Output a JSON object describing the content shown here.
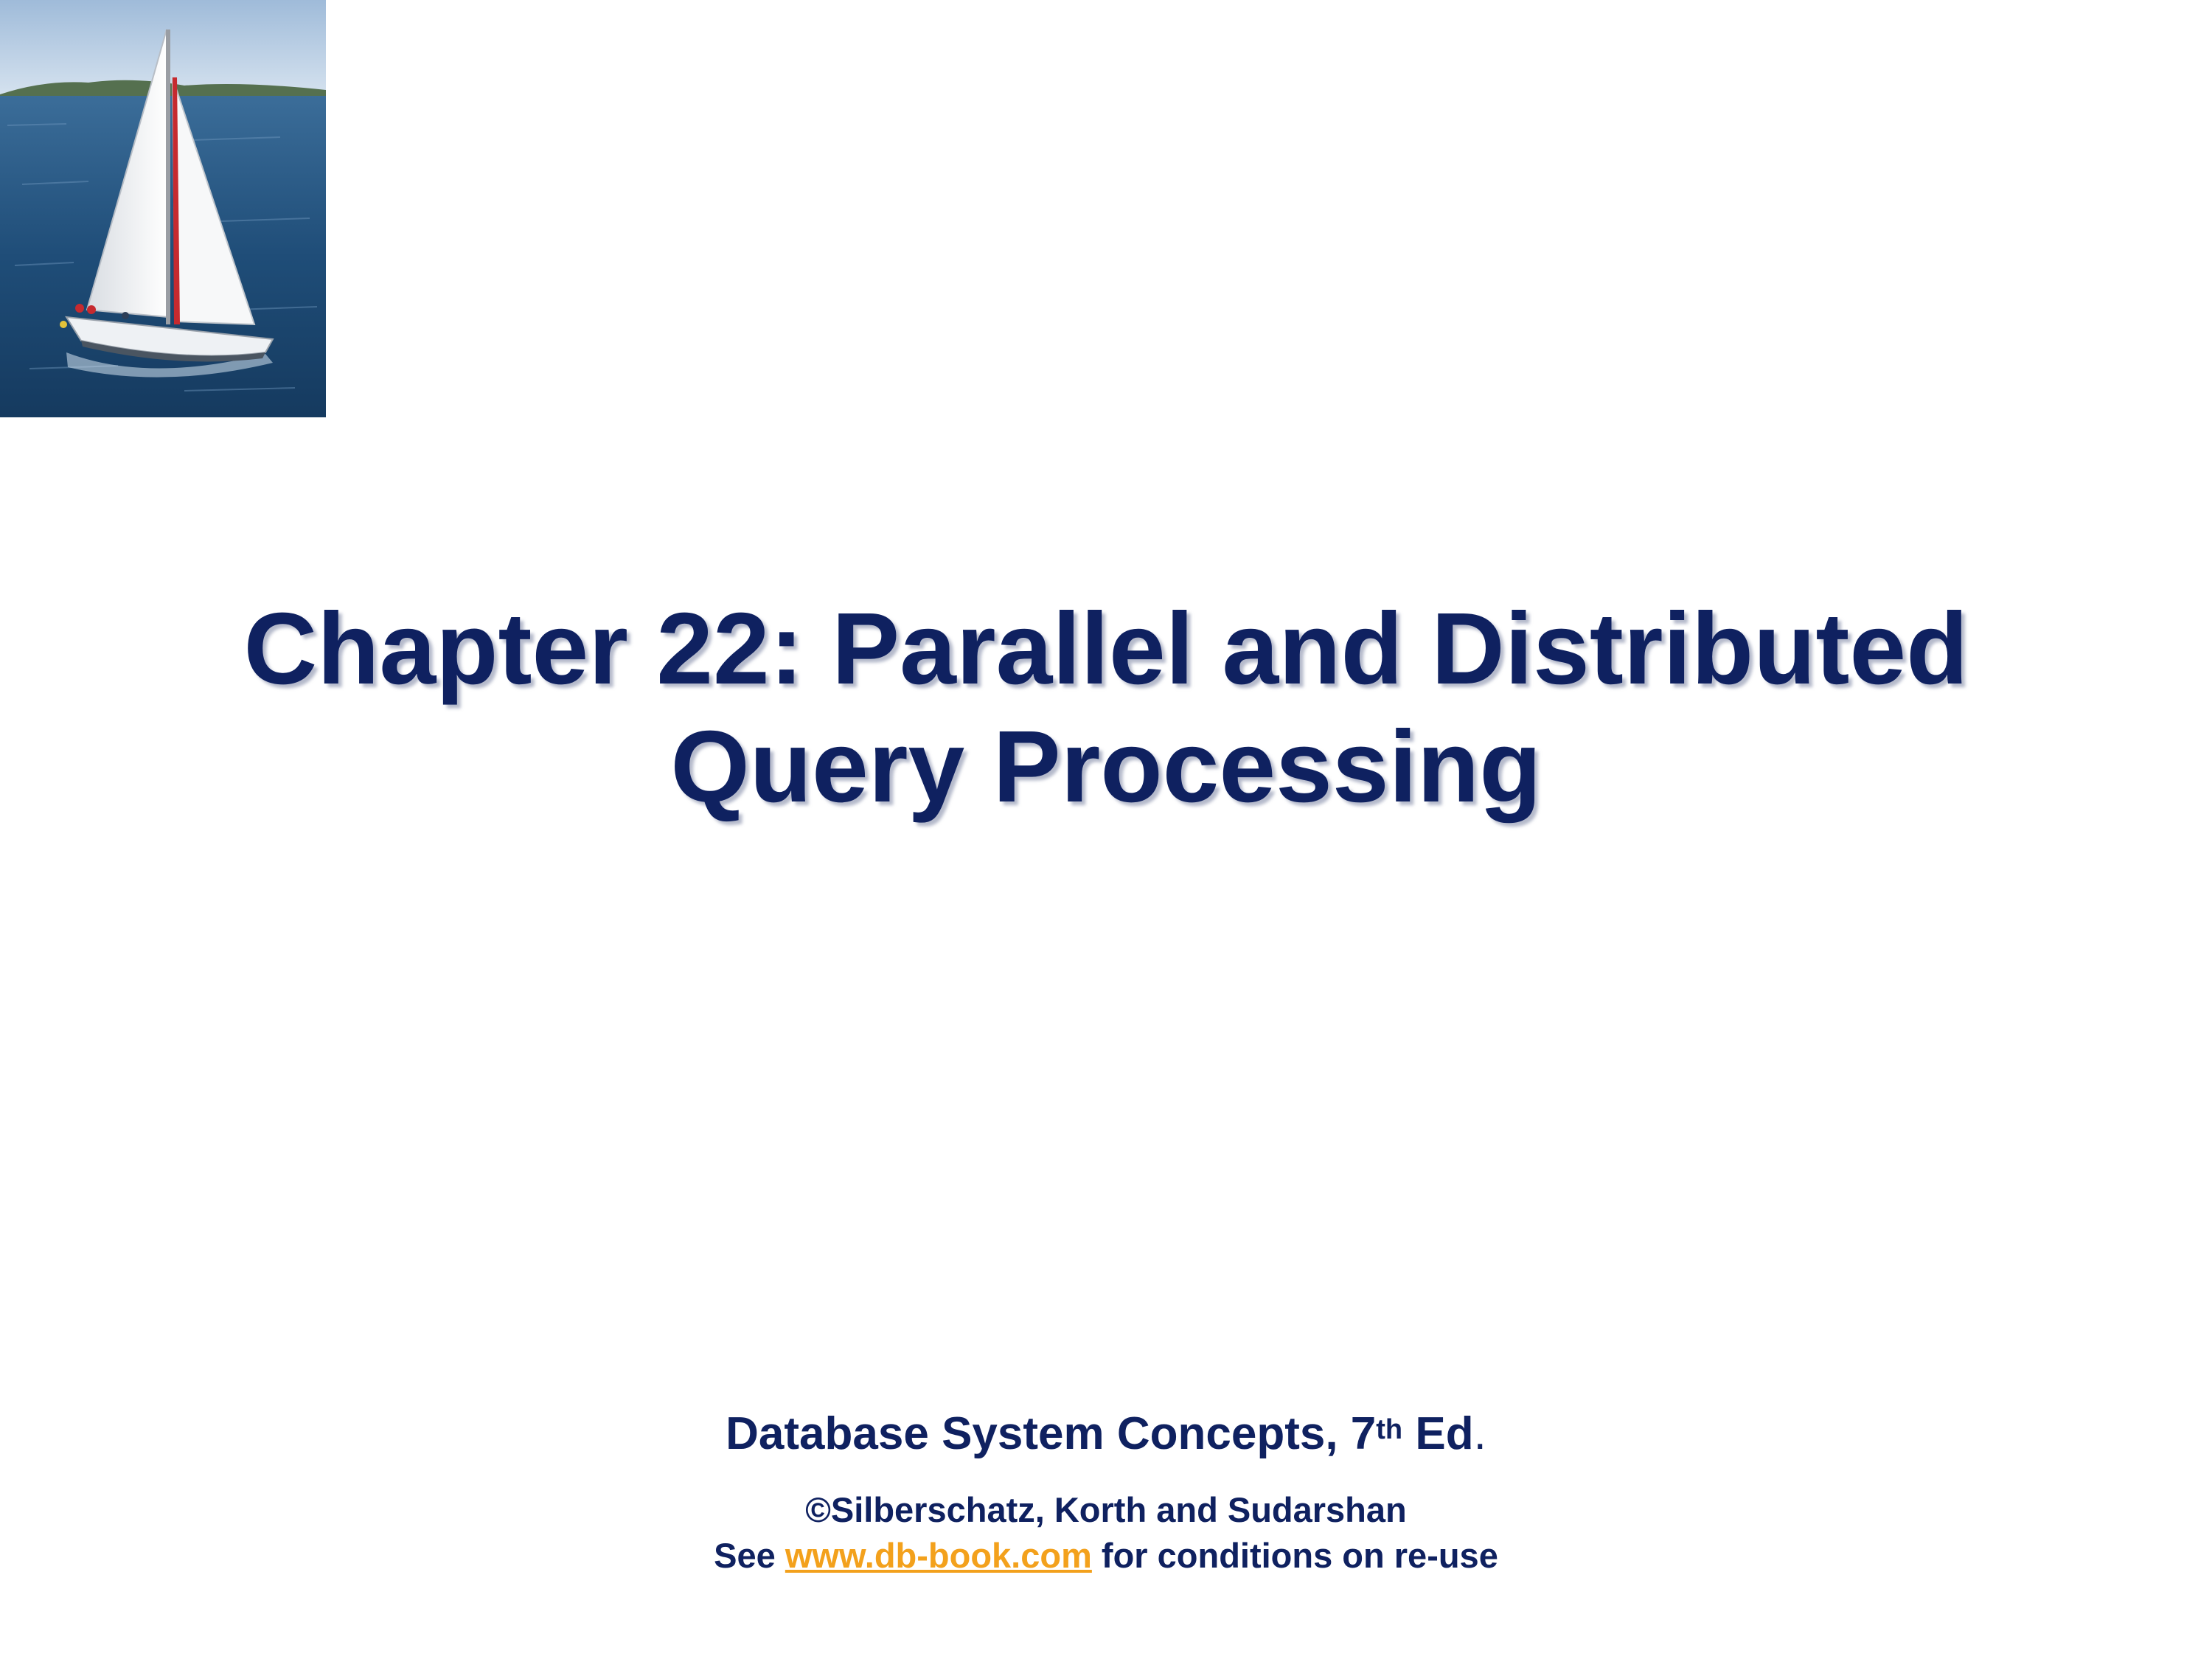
{
  "slide": {
    "logo": {
      "kind": "photo",
      "subject": "sailboat-on-water",
      "colors": {
        "sky": "#b9cfe6",
        "sea": "#1d4a73",
        "sail": "#f2f3f4",
        "mast_accent": "#c62a2f"
      }
    },
    "title": {
      "line1": "Chapter 22: Parallel and Distributed",
      "line2": "Query Processing",
      "color": "#0f2160"
    },
    "footer": {
      "book": "Database System Concepts, 7",
      "book_sup": "th",
      "book_suffix": " Ed",
      "book_period": ".",
      "authors": "©Silberschatz, Korth and Sudarshan",
      "reuse_prefix": "See ",
      "reuse_link": "www.db-book.com",
      "reuse_suffix": " for conditions on re-use",
      "link_color": "#f3a11c"
    }
  }
}
